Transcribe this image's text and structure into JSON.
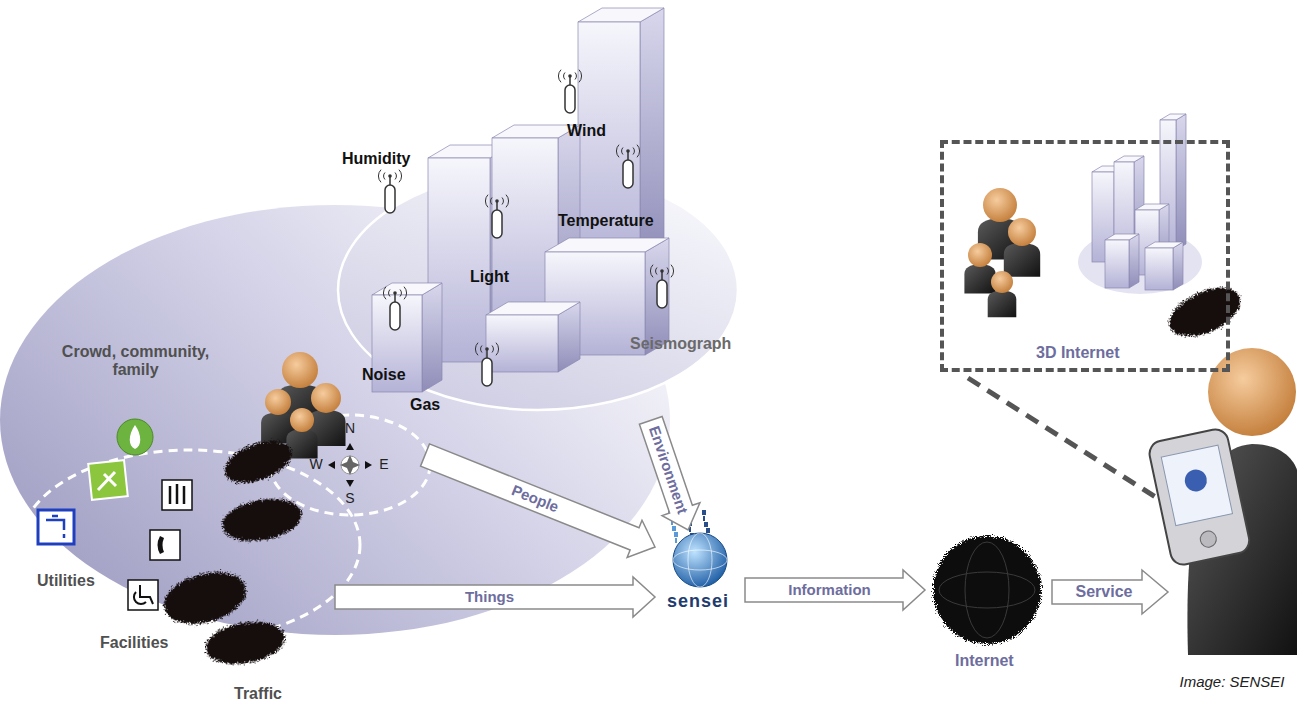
{
  "diagram": {
    "nodes": [
      {
        "text": [
          "Crowd, community, family"
        ]
      },
      {
        "text": [
          "Wind",
          "Humidity",
          "Temperature",
          "Light",
          "Noise",
          "Gas",
          "Seismograph"
        ]
      },
      {
        "text": [
          "Utilities",
          "Facilities"
        ]
      },
      {
        "text": [
          "sensei"
        ]
      },
      {
        "text": [
          "Internet"
        ]
      },
      {
        "text": [
          "3D Internet"
        ]
      }
    ],
    "edges": [
      {
        "from": 0,
        "to": 3,
        "label": "People",
        "arrow": "to"
      },
      {
        "from": 1,
        "to": 3,
        "label": "Environment",
        "arrow": "to"
      },
      {
        "from": 2,
        "to": 3,
        "label": "Things",
        "arrow": "to"
      },
      {
        "from": 3,
        "to": 4,
        "label": "Information",
        "arrow": "to"
      }
    ],
    "labels": [
      "N",
      "W",
      "E",
      "S",
      "Traffic",
      "Service",
      "Image: SENSEI"
    ]
  }
}
